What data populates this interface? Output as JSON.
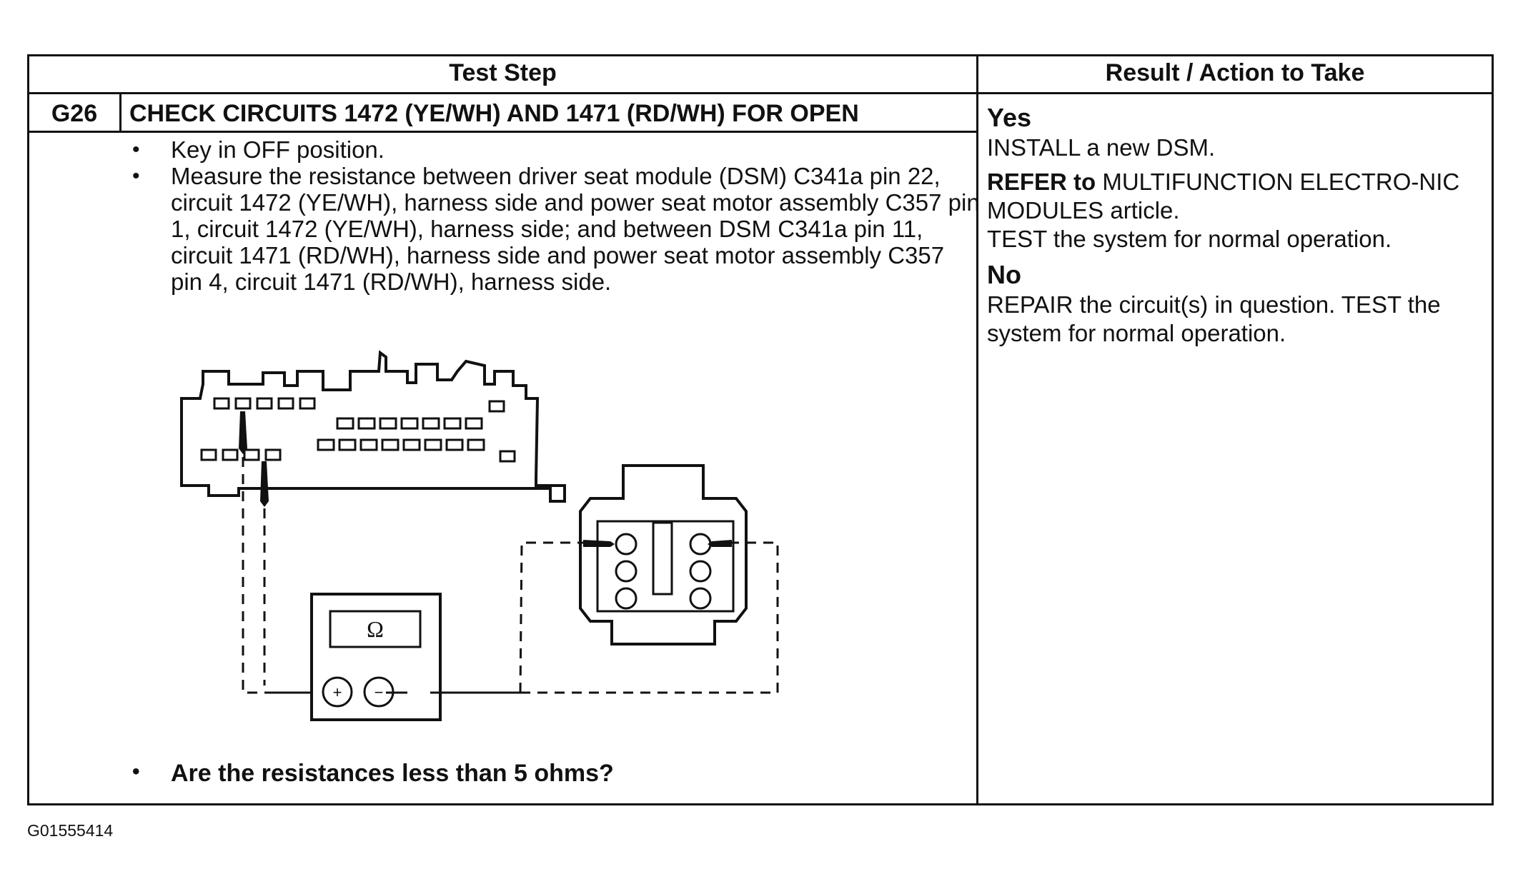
{
  "header": {
    "test_step": "Test Step",
    "result_action": "Result / Action to Take"
  },
  "step": {
    "id": "G26",
    "title": "CHECK CIRCUITS 1472 (YE/WH) AND 1471 (RD/WH) FOR OPEN",
    "bullets": [
      "Key in OFF position.",
      "Measure the resistance between driver seat module (DSM) C341a pin 22, circuit 1472 (YE/WH), harness side and power seat motor assembly C357 pin 1, circuit 1472 (YE/WH), harness side; and between DSM C341a pin 11, circuit 1471 (RD/WH), harness  side and power seat motor assembly C357 pin 4, circuit 1471 (RD/WH), harness side."
    ],
    "question": "Are the resistances less than 5 ohms?"
  },
  "result": {
    "yes_label": "Yes",
    "yes_line1": "INSTALL a new DSM.",
    "yes_refer_bold": "REFER  to",
    "yes_refer_rest": " MULTIFUNCTION ELECTRO-NIC MODULES article.",
    "yes_line3": "TEST the system for normal operation.",
    "no_label": "No",
    "no_text": "REPAIR the circuit(s) in question. TEST the system for normal operation."
  },
  "figure": {
    "meter_symbol": "Ω",
    "plus": "+",
    "minus": "−"
  },
  "figure_code": "G01555414"
}
